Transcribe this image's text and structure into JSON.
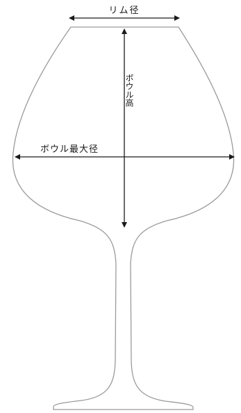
{
  "diagram": {
    "labels": {
      "rim_diameter": "リム径",
      "bowl_height": "ボウル高",
      "bowl_max_diameter": "ボウル最大径"
    },
    "colors": {
      "outline": "#9a9a9a",
      "dimension_lines": "#1a1a1a",
      "background": "#ffffff"
    }
  }
}
